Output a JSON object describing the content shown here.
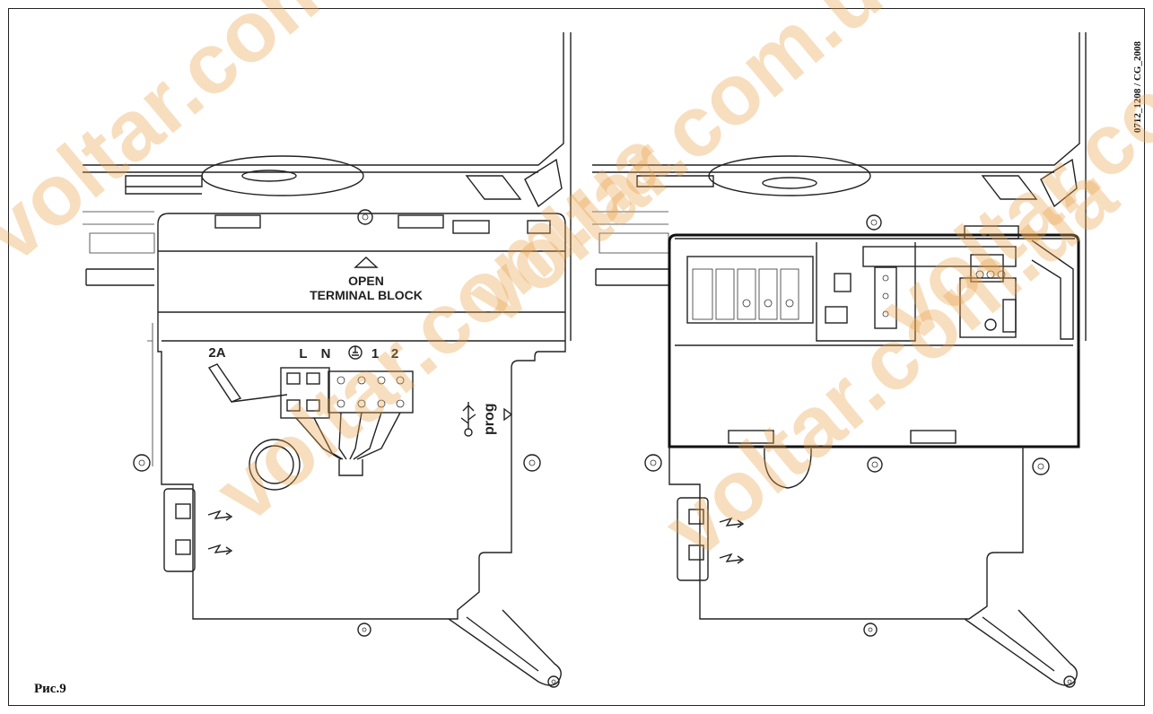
{
  "figure": {
    "caption": "Рис.9",
    "doc_ref": "0712_1208 / CG_2008"
  },
  "left_panel": {
    "open_label_line1": "OPEN",
    "open_label_line2": "TERMINAL BLOCK",
    "fuse_label": "2A",
    "terminal_L": "L",
    "terminal_N": "N",
    "terminal_1": "1",
    "terminal_2": "2",
    "prog_label": "prog"
  },
  "watermark": {
    "text": "voltar.com.ua",
    "color": "#e9a24a"
  }
}
